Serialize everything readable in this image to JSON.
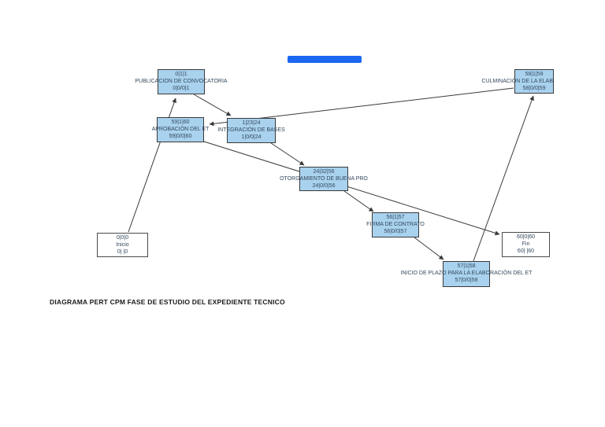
{
  "page": {
    "caption": "DIAGRAMA PERT CPM FASE DE ESTUDIO DEL EXPEDIENTE TECNICO"
  },
  "title_bar": {
    "color": "#1b67f2"
  },
  "diagram": {
    "type": "pert-cpm-network",
    "colors": {
      "node_fill": "#a9d2ee",
      "node_border": "#3a3a3a",
      "connector": "#3a3a3a",
      "text": "#34495e"
    },
    "nodes": {
      "publicacion": {
        "top": "0|1|1",
        "name": "PUBLICACION DE CONVOCATORIA",
        "bottom": "0|0/0|1"
      },
      "aprobacion": {
        "top": "59|1|60",
        "name": "APROBACIÓN DEL ET",
        "bottom": "59|0/0|60"
      },
      "integracion": {
        "top": "1|23|24",
        "name": "INTEGRACIÓN DE BASES",
        "bottom": "1|0/0|24"
      },
      "culminacion": {
        "top": "58|1|59",
        "name": "CULMINACIÓN DE LA ELAB",
        "bottom": "58|0/0|59"
      },
      "otorgamiento": {
        "top": "24|32|56",
        "name": "OTORGAMIENTO DE BUENA PRO",
        "bottom": "24|0/0|56"
      },
      "firma": {
        "top": "56|1|57",
        "name": "FIRMA DE CONTRATO",
        "bottom": "56|0/0|57"
      },
      "inicio_plazo": {
        "top": "57|1|58",
        "name": "INICIO DE PLAZO PARA LA ELABORACIÓN DEL ET",
        "bottom": "57|0/0|58"
      },
      "inicio": {
        "top": "0|0|0",
        "name": "Inicio",
        "bottom": "0| |0"
      },
      "fin": {
        "top": "60|0|60",
        "name": "Fin",
        "bottom": "60| |60"
      }
    },
    "edges": [
      {
        "from": "inicio",
        "to": "publicacion"
      },
      {
        "from": "publicacion",
        "to": "integracion"
      },
      {
        "from": "culminacion",
        "to": "aprobacion"
      },
      {
        "from": "integracion",
        "to": "otorgamiento"
      },
      {
        "from": "aprobacion",
        "to": "fin"
      },
      {
        "from": "otorgamiento",
        "to": "firma"
      },
      {
        "from": "firma",
        "to": "inicio_plazo"
      },
      {
        "from": "inicio_plazo",
        "to": "culminacion"
      }
    ]
  }
}
